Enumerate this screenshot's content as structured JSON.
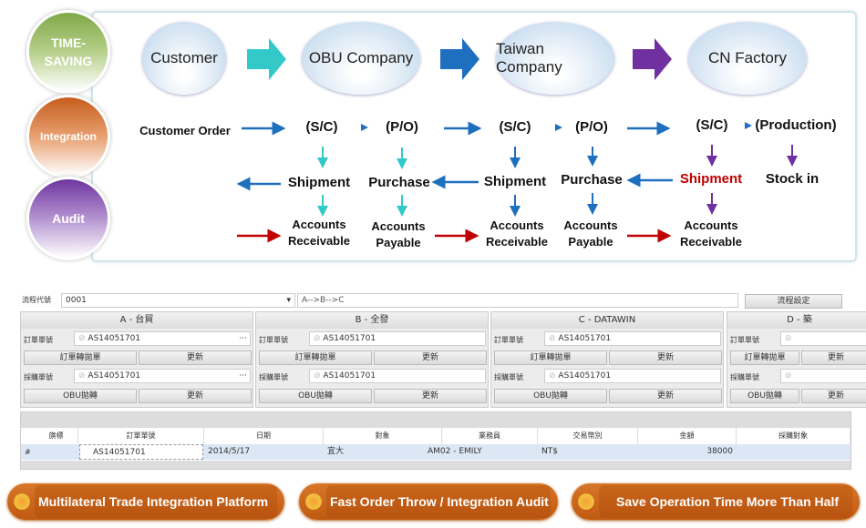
{
  "pillars": [
    "TIME-SAVING",
    "Integration",
    "Audit"
  ],
  "entities": [
    "Customer",
    "OBU Company",
    "Taiwan Company",
    "CN Factory"
  ],
  "flow": {
    "customer_order": "Customer Order",
    "sc": "(S/C)",
    "po": "(P/O)",
    "production": "(Production)",
    "shipment": "Shipment",
    "purchase": "Purchase",
    "stock_in": "Stock in",
    "ar": "Accounts Receivable",
    "ap": "Accounts Payable"
  },
  "colors": {
    "teal": "#33c9c9",
    "blue": "#1f6fbf",
    "purple": "#7030a0",
    "red": "#c00000",
    "orange": "#c55a11"
  },
  "app": {
    "flow_code_label": "流程代號",
    "flow_code_value": "0001",
    "route_value": "A-->B-->C",
    "flow_setting_button": "流程設定",
    "order_no_label": "訂單單號",
    "purchase_no_label": "採購單號",
    "order_throw_button": "訂單轉拋單",
    "update_button": "更新",
    "obu_throw_button": "OBU拋轉",
    "panels": [
      {
        "title": "A - 台貿",
        "order_no": "AS14051701",
        "purchase_no": "AS14051701"
      },
      {
        "title": "B - 全發",
        "order_no": "AS14051701",
        "purchase_no": "AS14051701"
      },
      {
        "title": "C - DATAWIN",
        "order_no": "AS14051701",
        "purchase_no": "AS14051701"
      },
      {
        "title": "D - 築",
        "order_no": "",
        "purchase_no": ""
      }
    ],
    "grid": {
      "headers": [
        "旗標",
        "訂單單號",
        "日期",
        "對象",
        "業務員",
        "交易幣別",
        "金額",
        "採購對象"
      ],
      "row": {
        "marker": "#",
        "flag": "",
        "order_no": "AS14051701",
        "date": "2014/5/17",
        "target": "宜大",
        "sales": "AM02 - EMILY",
        "currency": "NT$",
        "amount": "38000",
        "purchase_target": ""
      }
    }
  },
  "banners": [
    "Multilateral Trade Integration Platform",
    "Fast Order Throw / Integration Audit",
    "Save Operation Time More Than Half"
  ]
}
